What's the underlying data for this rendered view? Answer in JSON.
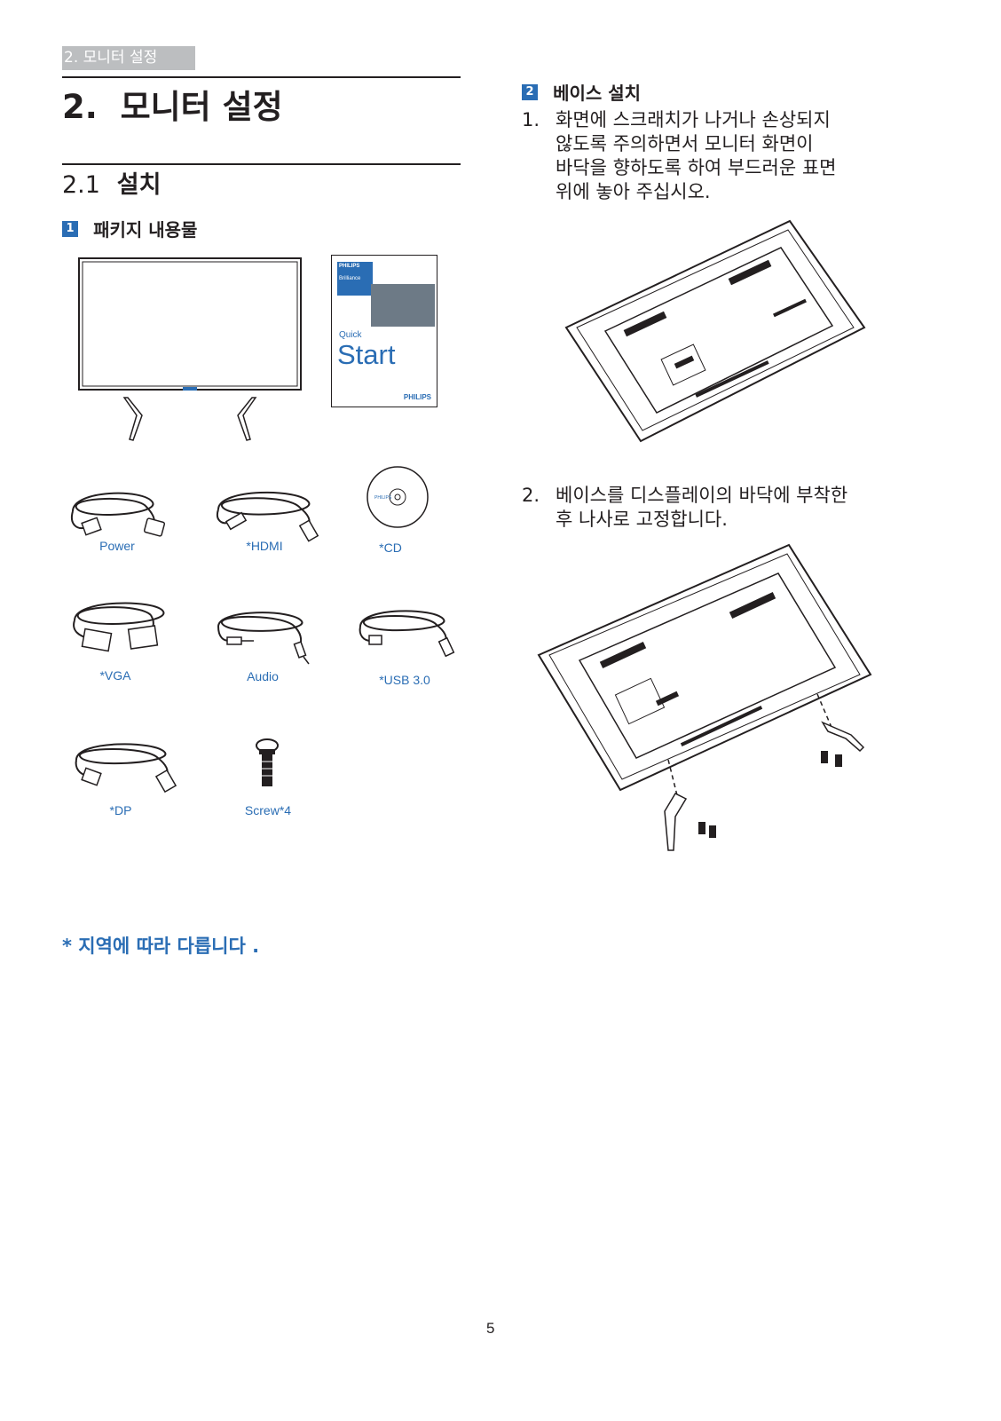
{
  "header": {
    "tab_label": "2. 모니터 설정"
  },
  "title": {
    "number": "2.",
    "text": "모니터 설정"
  },
  "section": {
    "number": "2.1",
    "text": "설치"
  },
  "package": {
    "badge": "1",
    "heading": "패키지 내용물",
    "guide": {
      "brand_top": "PHILIPS",
      "series": "Brilliance",
      "quick": "Quick",
      "start": "Start",
      "brand_bottom": "PHILIPS"
    },
    "cd_text": "PHILIPS",
    "items": [
      {
        "label": "Power",
        "icon": "power-cable-icon"
      },
      {
        "label": "*HDMI",
        "icon": "hdmi-cable-icon"
      },
      {
        "label": "*CD",
        "icon": "cd-icon"
      },
      {
        "label": "*VGA",
        "icon": "vga-cable-icon"
      },
      {
        "label": "Audio",
        "icon": "audio-cable-icon"
      },
      {
        "label": "*USB 3.0",
        "icon": "usb-cable-icon"
      },
      {
        "label": "*DP",
        "icon": "dp-cable-icon"
      },
      {
        "label": "Screw*4",
        "icon": "screw-icon"
      }
    ]
  },
  "base_install": {
    "badge": "2",
    "heading": "베이스 설치",
    "steps": [
      {
        "num": "1.",
        "lines": [
          "화면에 스크래치가 나거나 손상되지",
          "않도록 주의하면서 모니터 화면이",
          "바닥을 향하도록 하여 부드러운 표면",
          "위에 놓아 주십시오."
        ]
      },
      {
        "num": "2.",
        "lines": [
          "베이스를 디스플레이의 바닥에 부착한",
          "후 나사로 고정합니다."
        ]
      }
    ]
  },
  "note": "* 지역에 따라 다릅니다 .",
  "page_number": "5"
}
